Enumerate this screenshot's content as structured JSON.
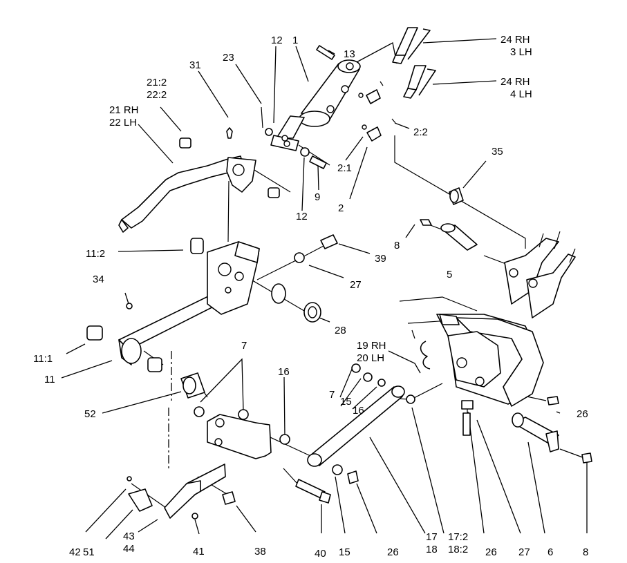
{
  "callouts": [
    {
      "id": "c13",
      "text": "13"
    },
    {
      "id": "c24rh3",
      "text": "24 RH"
    },
    {
      "id": "c3lh",
      "text": "3 LH"
    },
    {
      "id": "c24rh4",
      "text": "24 RH"
    },
    {
      "id": "c4lh",
      "text": "4 LH"
    },
    {
      "id": "c12a",
      "text": "12"
    },
    {
      "id": "c1",
      "text": "1"
    },
    {
      "id": "c23",
      "text": "23"
    },
    {
      "id": "c31",
      "text": "31"
    },
    {
      "id": "c21_2",
      "text": "21:2"
    },
    {
      "id": "c22_2",
      "text": "22:2"
    },
    {
      "id": "c21rh",
      "text": "21 RH"
    },
    {
      "id": "c22lh",
      "text": "22 LH"
    },
    {
      "id": "c2_2",
      "text": "2:2"
    },
    {
      "id": "c2_1",
      "text": "2:1"
    },
    {
      "id": "c35",
      "text": "35"
    },
    {
      "id": "c9",
      "text": "9"
    },
    {
      "id": "c2",
      "text": "2"
    },
    {
      "id": "c12b",
      "text": "12"
    },
    {
      "id": "c8a",
      "text": "8"
    },
    {
      "id": "c11_2",
      "text": "11:2"
    },
    {
      "id": "c39",
      "text": "39"
    },
    {
      "id": "c5",
      "text": "5"
    },
    {
      "id": "c34",
      "text": "34"
    },
    {
      "id": "c27a",
      "text": "27"
    },
    {
      "id": "c28",
      "text": "28"
    },
    {
      "id": "c19rh",
      "text": "19 RH"
    },
    {
      "id": "c20lh",
      "text": "20 LH"
    },
    {
      "id": "c11_1",
      "text": "11:1"
    },
    {
      "id": "c11",
      "text": "11"
    },
    {
      "id": "c7a",
      "text": "7"
    },
    {
      "id": "c16a",
      "text": "16"
    },
    {
      "id": "c7b",
      "text": "7"
    },
    {
      "id": "c15a",
      "text": "15"
    },
    {
      "id": "c16b",
      "text": "16"
    },
    {
      "id": "c52",
      "text": "52"
    },
    {
      "id": "c26a",
      "text": "26"
    },
    {
      "id": "c42",
      "text": "42"
    },
    {
      "id": "c51",
      "text": "51"
    },
    {
      "id": "c43",
      "text": "43"
    },
    {
      "id": "c44",
      "text": "44"
    },
    {
      "id": "c41",
      "text": "41"
    },
    {
      "id": "c38",
      "text": "38"
    },
    {
      "id": "c40",
      "text": "40"
    },
    {
      "id": "c15b",
      "text": "15"
    },
    {
      "id": "c26b",
      "text": "26"
    },
    {
      "id": "c17",
      "text": "17"
    },
    {
      "id": "c18",
      "text": "18"
    },
    {
      "id": "c17_2",
      "text": "17:2"
    },
    {
      "id": "c18_2",
      "text": "18:2"
    },
    {
      "id": "c26c",
      "text": "26"
    },
    {
      "id": "c27b",
      "text": "27"
    },
    {
      "id": "c6",
      "text": "6"
    },
    {
      "id": "c8b",
      "text": "8"
    }
  ]
}
